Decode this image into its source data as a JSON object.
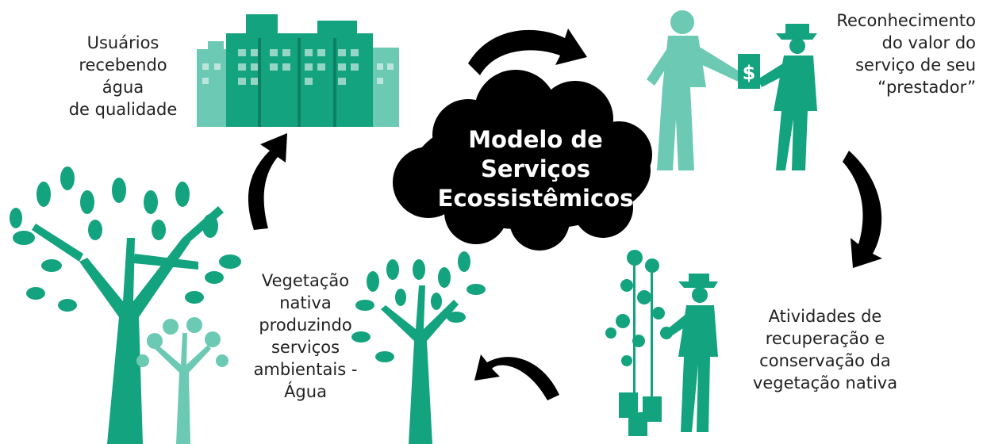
{
  "center": {
    "lines": [
      "Modelo de",
      "Serviços",
      "Ecossistêmicos"
    ]
  },
  "labels": {
    "users": [
      "Usuários",
      "recebendo",
      "água",
      "de qualidade"
    ],
    "recognition": [
      "Reconhecimento",
      "do valor do",
      "serviço de seu",
      "“prestador”"
    ],
    "activities": [
      "Atividades de",
      "recuperação e",
      "conservação da",
      "vegetação nativa"
    ],
    "vegetation": [
      "Vegetação",
      "nativa",
      "produzindo",
      "serviços",
      "ambientais -",
      "Água"
    ]
  },
  "icons": {
    "money": "$"
  },
  "colors": {
    "green_dark": "#14a37f",
    "green_light": "#6cc9b4",
    "arrow": "#000000",
    "cloud": "#000000"
  }
}
